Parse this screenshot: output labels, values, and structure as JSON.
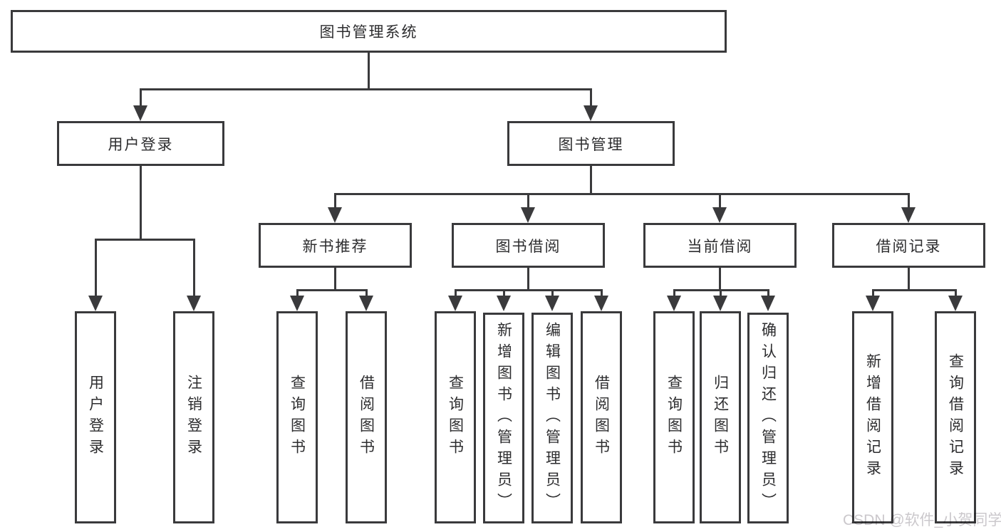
{
  "diagram": {
    "title": "图书管理系统",
    "level1": {
      "user_login": "用户登录",
      "book_mgmt": "图书管理"
    },
    "level2": {
      "new_book_rec": "新书推荐",
      "book_borrow": "图书借阅",
      "current_borrow": "当前借阅",
      "borrow_records": "借阅记录"
    },
    "leaves": {
      "user_login": "用户登录",
      "logout": "注销登录",
      "rec_query_book": "查询图书",
      "rec_borrow_book": "借阅图书",
      "bb_query_book": "查询图书",
      "bb_add_book": "新增图书（管理员）",
      "bb_edit_book": "编辑图书（管理员）",
      "bb_borrow_book": "借阅图书",
      "cb_query_book": "查询图书",
      "cb_return_book": "归还图书",
      "cb_confirm_return": "确认归还（管理员）",
      "br_add_record": "新增借阅记录",
      "br_query_record": "查询借阅记录"
    }
  },
  "watermark": "CSDN @软件_小贺同学",
  "colors": {
    "line": "#3a3a3c",
    "text": "#2d2d2f",
    "watermark": "#cbc8cc",
    "background": "#ffffff"
  }
}
